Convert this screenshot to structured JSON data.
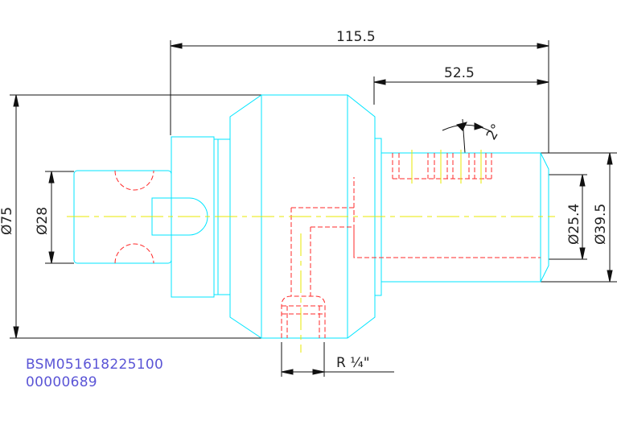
{
  "dimensions": {
    "overall_length": "115.5",
    "shank_length": "52.5",
    "body_diameter": "Ø75",
    "tail_diameter": "Ø28",
    "bore_diameter": "Ø25.4",
    "shank_diameter": "Ø39.5",
    "taper_angle": "2°",
    "port_thread": "R ¼\""
  },
  "part_codes": {
    "code1": "BSM051618225100",
    "code2": "00000689"
  },
  "colors": {
    "outline": "#00e5ff",
    "hidden": "#ff2a2a",
    "center": "#e8e800",
    "dimension": "#111111",
    "code_text": "#5b55d6"
  }
}
